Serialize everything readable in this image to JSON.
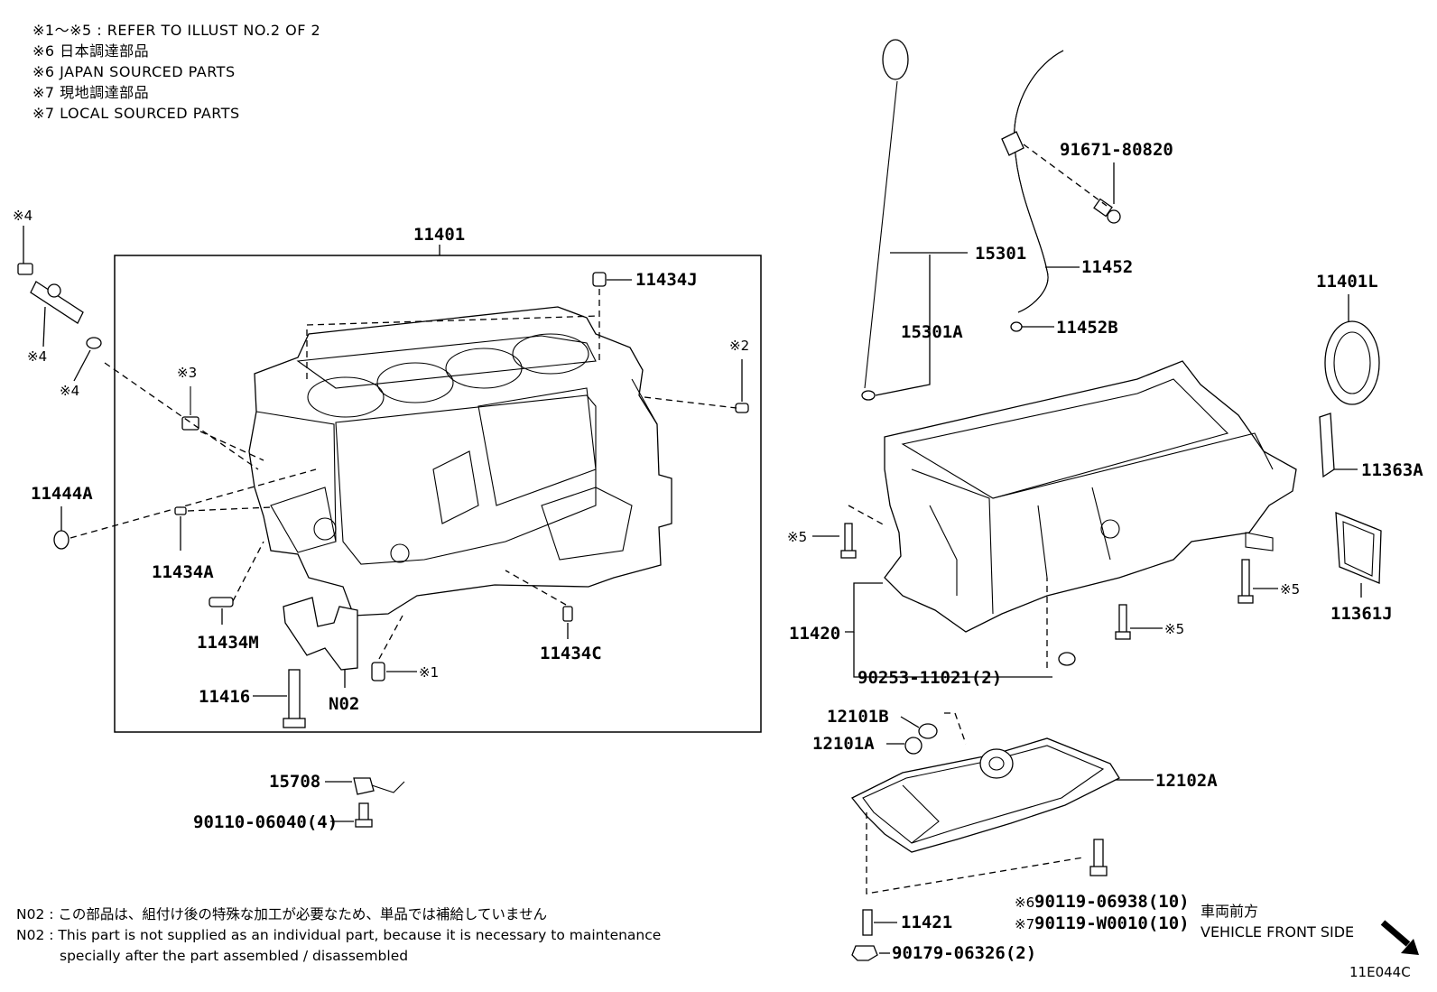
{
  "notes": {
    "line1": "※1～※5 : REFER TO ILLUST NO.2 OF 2",
    "line2": "※6 日本調達部品",
    "line3": "※6 JAPAN SOURCED PARTS",
    "line4": "※7 現地調達部品",
    "line5": "※7 LOCAL SOURCED PARTS"
  },
  "parts": {
    "p11401": "11401",
    "p11434J": "11434J",
    "p11444A": "11444A",
    "p11434A": "11434A",
    "p11434M": "11434M",
    "p11416": "11416",
    "pN02": "N02",
    "p11434C": "11434C",
    "p15708": "15708",
    "p90110": "90110-06040(4)",
    "p15301": "15301",
    "p15301A": "15301A",
    "p11452": "11452",
    "p11452B": "11452B",
    "p91671": "91671-80820",
    "p11401L": "11401L",
    "p11363A": "11363A",
    "p11361J": "11361J",
    "p11420": "11420",
    "p90253": "90253-11021(2)",
    "p12101B": "12101B",
    "p12101A": "12101A",
    "p12102A": "12102A",
    "p90119a": "90119-06938(10)",
    "p90119b": "90119-W0010(10)",
    "p11421": "11421",
    "p90179": "90179-06326(2)"
  },
  "marks": {
    "m4a": "※4",
    "m4b": "※4",
    "m4c": "※4",
    "m3": "※3",
    "m2": "※2",
    "m1": "※1",
    "m5a": "※5",
    "m5b": "※5",
    "m5c": "※5",
    "m6": "※6",
    "m7": "※7"
  },
  "footnote": {
    "line1": "N02 : この部品は、組付け後の特殊な加工が必要なため、単品では補給していません",
    "line2": "N02 : This part is not supplied as an individual part, because it is necessary to maintenance",
    "line3": "specially after the part assembled / disassembled"
  },
  "front": {
    "jp": "車両前方",
    "en": "VEHICLE FRONT SIDE"
  },
  "illust_code": "11E044C"
}
